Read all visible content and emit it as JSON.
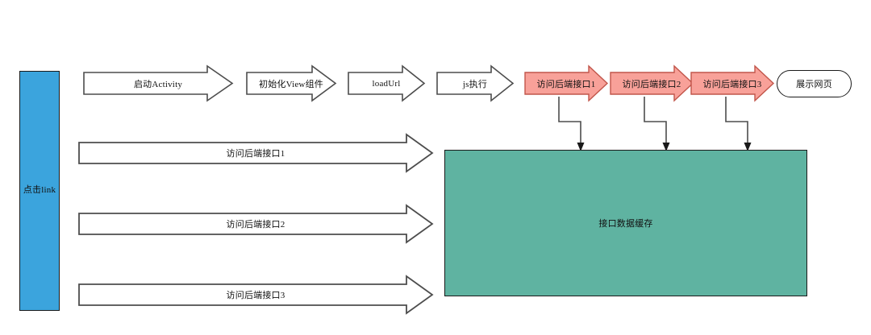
{
  "diagram": {
    "title": "",
    "colors": {
      "blue_fill": "#3BA4DD",
      "teal_fill": "#5FB3A1",
      "red_fill": "#F8A199",
      "white_fill": "#FFFFFF",
      "stroke": "#1A1A1A",
      "arrow_stroke": "#4D4D4D"
    },
    "left_lane": {
      "label": "点击link"
    },
    "top_flow": [
      {
        "id": "start-activity",
        "label": "启动Activity",
        "style": "white-block-arrow"
      },
      {
        "id": "init-view",
        "label": "初始化View组件",
        "style": "white-block-arrow"
      },
      {
        "id": "load-url",
        "label": "loadUrl",
        "style": "white-block-arrow"
      },
      {
        "id": "js-exec",
        "label": "js执行",
        "style": "white-block-arrow"
      },
      {
        "id": "api-1",
        "label": "访问后端接口1",
        "style": "red-block-arrow"
      },
      {
        "id": "api-2",
        "label": "访问后端接口2",
        "style": "red-block-arrow"
      },
      {
        "id": "api-3",
        "label": "访问后端接口3",
        "style": "red-block-arrow"
      },
      {
        "id": "show-page",
        "label": "展示网页",
        "style": "rounded-terminator"
      }
    ],
    "prefetch_flow": [
      {
        "id": "prefetch-1",
        "label": "访问后端接口1"
      },
      {
        "id": "prefetch-2",
        "label": "访问后端接口2"
      },
      {
        "id": "prefetch-3",
        "label": "访问后端接口3"
      }
    ],
    "cache_box": {
      "label": "接口数据缓存"
    }
  }
}
